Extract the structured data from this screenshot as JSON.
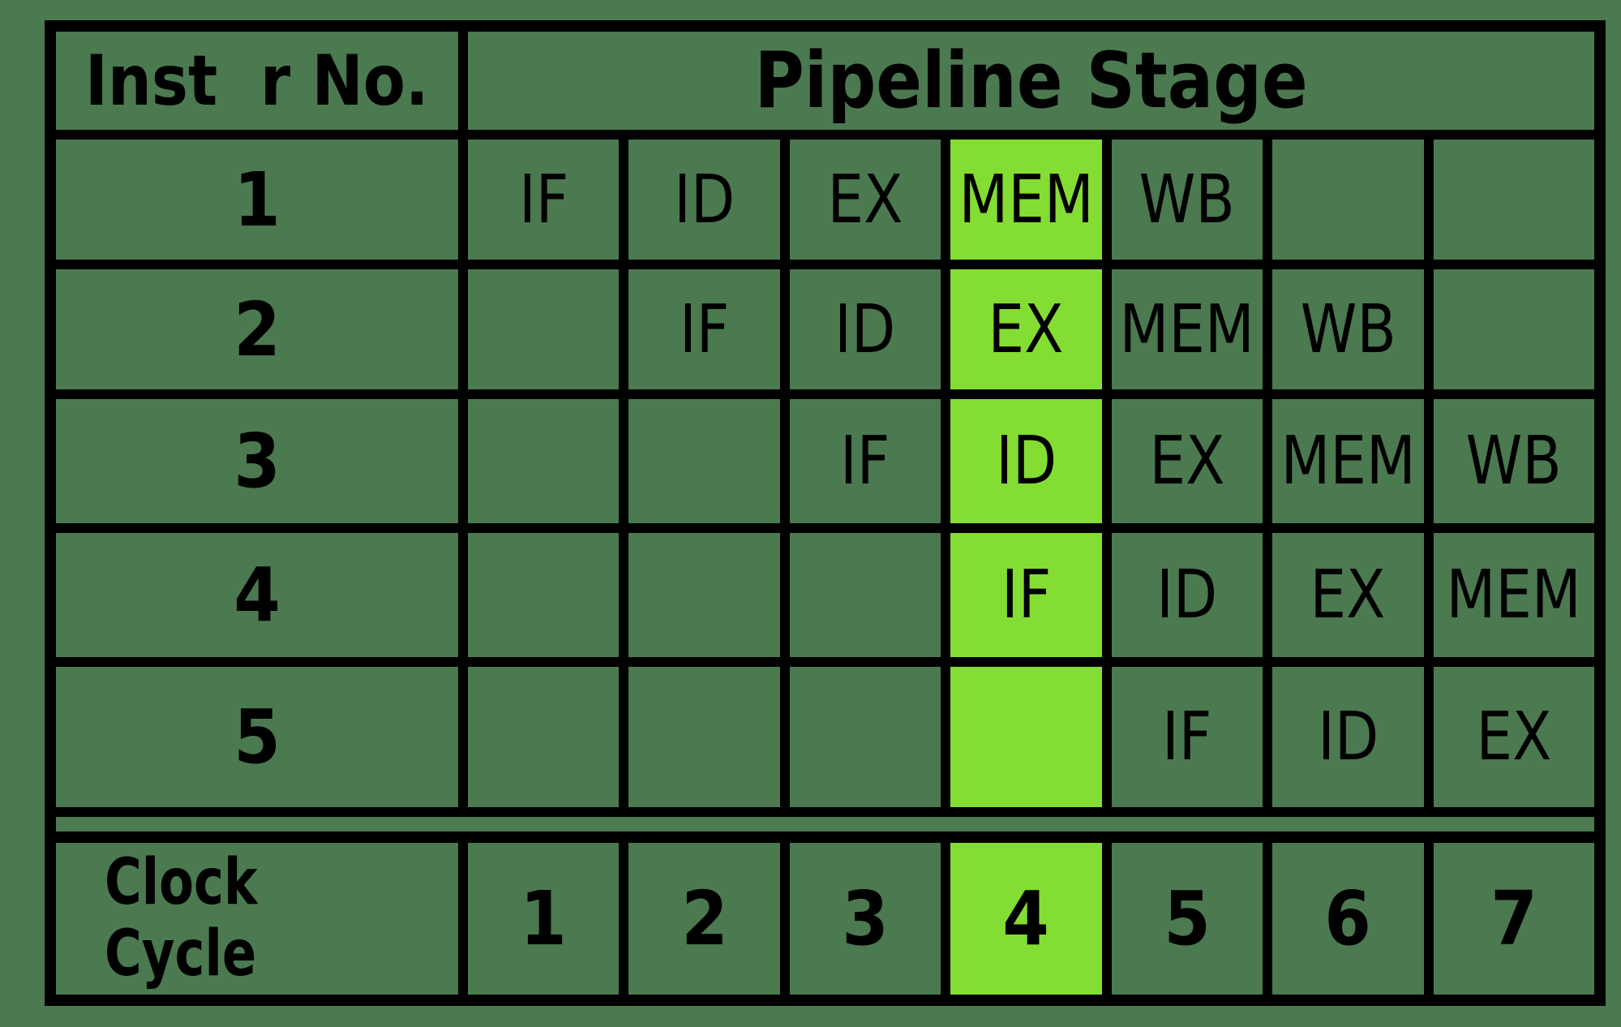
{
  "colors": {
    "background": "#4B7950",
    "highlight": "#84DD32",
    "line": "#000000"
  },
  "table": {
    "corner_header": "Inst  r No.",
    "main_header": "Pipeline Stage",
    "highlight_column": 4,
    "rows": [
      {
        "instr": "1",
        "cells": [
          "IF",
          "ID",
          "EX",
          "MEM",
          "WB",
          "",
          ""
        ]
      },
      {
        "instr": "2",
        "cells": [
          "",
          "IF",
          "ID",
          "EX",
          "MEM",
          "WB",
          ""
        ]
      },
      {
        "instr": "3",
        "cells": [
          "",
          "",
          "IF",
          "ID",
          "EX",
          "MEM",
          "WB"
        ]
      },
      {
        "instr": "4",
        "cells": [
          "",
          "",
          "",
          "IF",
          "ID",
          "EX",
          "MEM"
        ]
      },
      {
        "instr": "5",
        "cells": [
          "",
          "",
          "",
          "",
          "IF",
          "ID",
          "EX"
        ]
      }
    ],
    "clock": {
      "label_line1": "Clock",
      "label_line2": "Cycle",
      "cycles": [
        "1",
        "2",
        "3",
        "4",
        "5",
        "6",
        "7"
      ]
    }
  }
}
